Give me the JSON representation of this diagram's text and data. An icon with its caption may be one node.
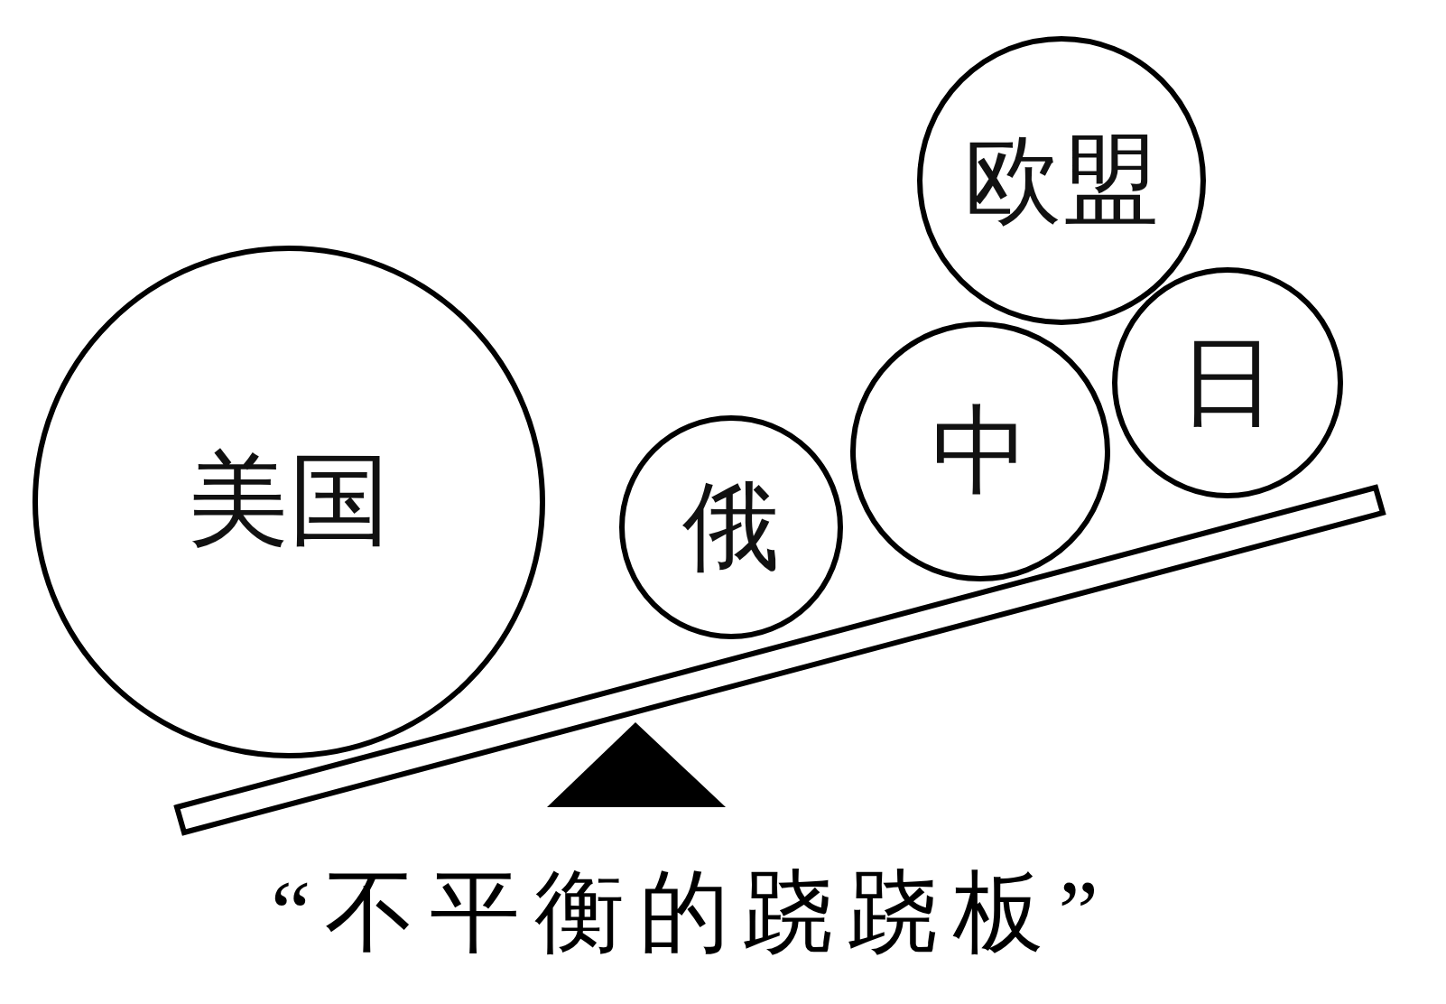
{
  "diagram": {
    "caption": "“不平衡的跷跷板”",
    "nodes": [
      {
        "text": [
          "美国"
        ]
      },
      {
        "text": [
          "俄"
        ]
      },
      {
        "text": [
          "中"
        ]
      },
      {
        "text": [
          "欧盟"
        ]
      },
      {
        "text": [
          "日"
        ]
      }
    ]
  }
}
